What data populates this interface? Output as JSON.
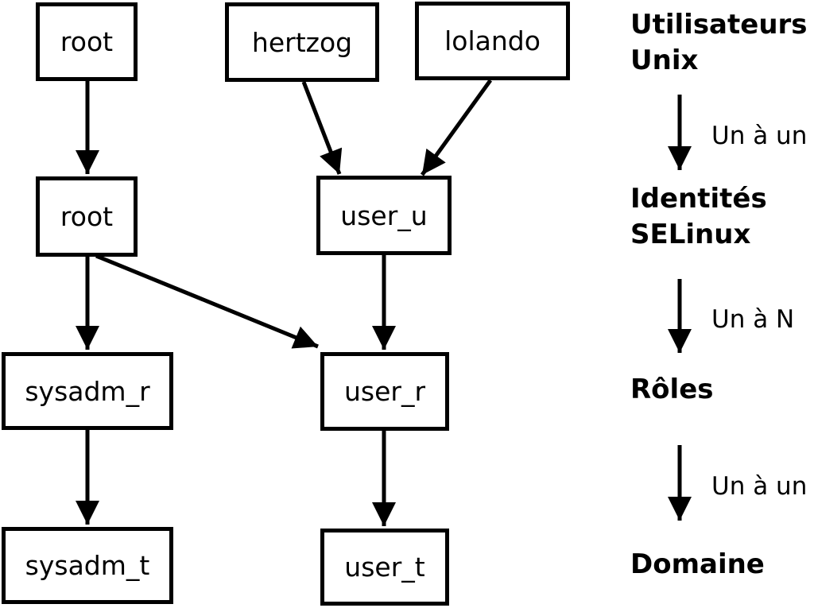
{
  "diagram": {
    "nodes": {
      "unix_root": "root",
      "unix_hertzog": "hertzog",
      "unix_lolando": "lolando",
      "selinux_root": "root",
      "selinux_user_u": "user_u",
      "role_sysadm_r": "sysadm_r",
      "role_user_r": "user_r",
      "domain_sysadm_t": "sysadm_t",
      "domain_user_t": "user_t"
    }
  },
  "legend": {
    "unix_users": {
      "line1": "Utilisateurs",
      "line2": "Unix"
    },
    "mapping_unix_to_identity": "Un à un",
    "identities": {
      "line1": "Identités",
      "line2": "SELinux"
    },
    "mapping_identity_to_role": "Un à N",
    "roles": "Rôles",
    "mapping_role_to_domain": "Un à un",
    "domain": "Domaine"
  },
  "colors": {
    "foreground": "#000000",
    "background": "#ffffff"
  }
}
